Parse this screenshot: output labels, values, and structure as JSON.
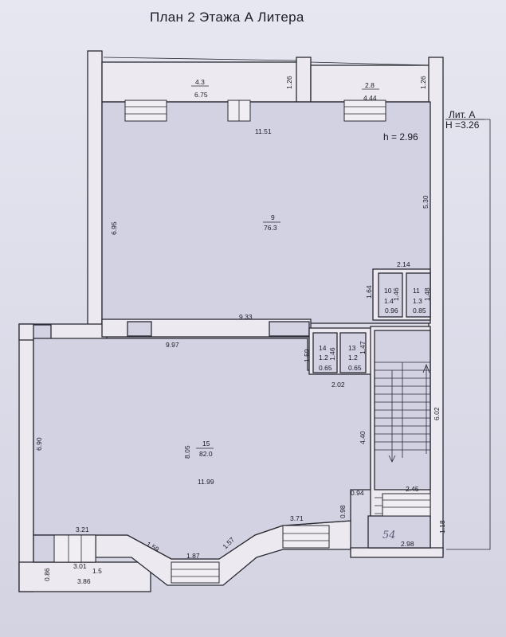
{
  "title": "План 2 Этажа А Литера",
  "liter": {
    "name": "Лит. А",
    "height": "H =3.26"
  },
  "ceiling_height": "h = 2.96",
  "dimensions": {
    "top_left_area": "4.3",
    "top_left_width": "6.75",
    "top_mid_pier": "1.26",
    "top_right_area": "2.8",
    "top_right_width": "4.44",
    "top_right_pier": "1.26",
    "hall_top": "11.51",
    "left_upper": "6.95",
    "right_upper": "5.30",
    "wc_block_width": "2.14",
    "wc_block_height": "1.64",
    "mid_wall": "9.33",
    "lower_top": "9.97",
    "small_height": "1.59",
    "small_width": "2.02",
    "lower_left": "6.90",
    "stair_left": "4.40",
    "stair_length": "6.02",
    "stair_width": "2.45",
    "door_gap": "0.94",
    "door_height": "0.98",
    "right_lower": "3.71",
    "bottom_right_height": "1.18",
    "bottom_right_width": "2.98",
    "bay_left": "1.59",
    "bay_right": "1.57",
    "bay_bottom": "1.87",
    "bottom_left_width": "3.21",
    "bottom_left_inner": "3.01",
    "bottom_left_outer": "3.86",
    "bottom_left_depth": "0.86",
    "hall_lower_width": "11.99",
    "hall_lower_height": "8.05"
  },
  "rooms": [
    {
      "number": "9",
      "area": "76.3"
    },
    {
      "number": "10",
      "area": "1.4",
      "h": "1.46",
      "w": "0.96"
    },
    {
      "number": "11",
      "area": "1.3",
      "h": "1.48",
      "w": "0.85"
    },
    {
      "number": "14",
      "area": "1.2",
      "h": "1.46",
      "w": "0.65"
    },
    {
      "number": "13",
      "area": "1.2",
      "h": "1.47",
      "w": "0.65"
    },
    {
      "number": "15",
      "area": "82.0"
    },
    {
      "number": "",
      "area": "1.5"
    }
  ],
  "handwritten_mark": "54"
}
